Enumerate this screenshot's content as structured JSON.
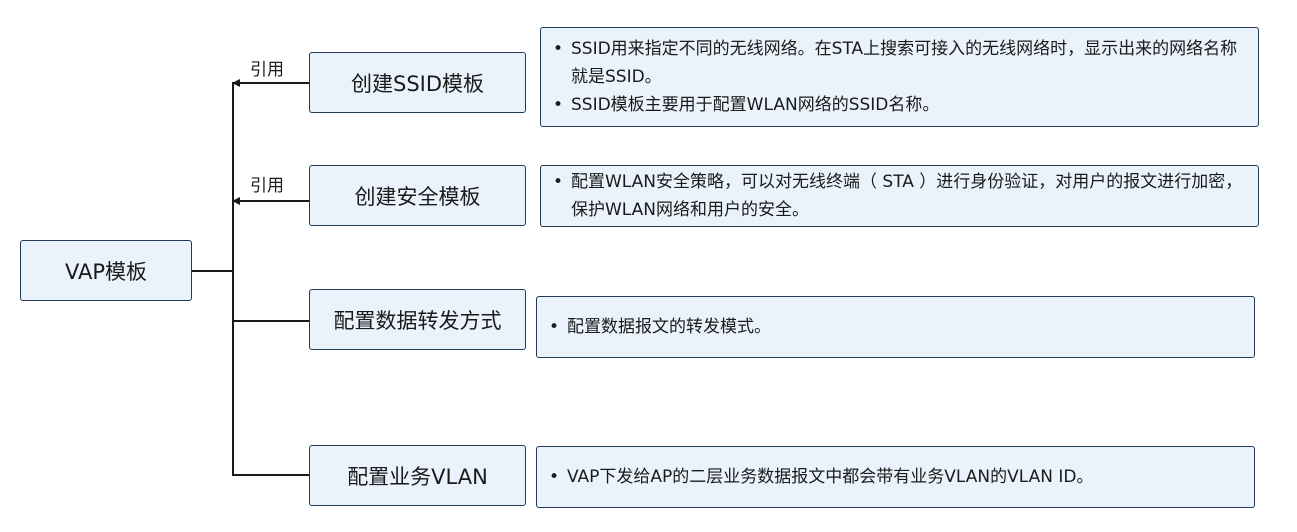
{
  "root": {
    "label": "VAP模板"
  },
  "branches": [
    {
      "label": "创建SSID模板",
      "edge_label": "引用",
      "bullets": [
        "SSID用来指定不同的无线网络。在STA上搜索可接入的无线网络时，显示出来的网络名称就是SSID。",
        "SSID模板主要用于配置WLAN网络的SSID名称。"
      ]
    },
    {
      "label": "创建安全模板",
      "edge_label": "引用",
      "bullets": [
        "配置WLAN安全策略，可以对无线终端（ STA ）进行身份验证，对用户的报文进行加密，保护WLAN网络和用户的安全。"
      ]
    },
    {
      "label": "配置数据转发方式",
      "bullets": [
        "配置数据报文的转发模式。"
      ]
    },
    {
      "label": "配置业务VLAN",
      "bullets": [
        "VAP下发给AP的二层业务数据报文中都会带有业务VLAN的VLAN ID。"
      ]
    }
  ],
  "bullet_symbol": "•",
  "colors": {
    "box_fill": "#eaf3fb",
    "box_border": "#1f3b57",
    "line": "#1a1a1a"
  }
}
